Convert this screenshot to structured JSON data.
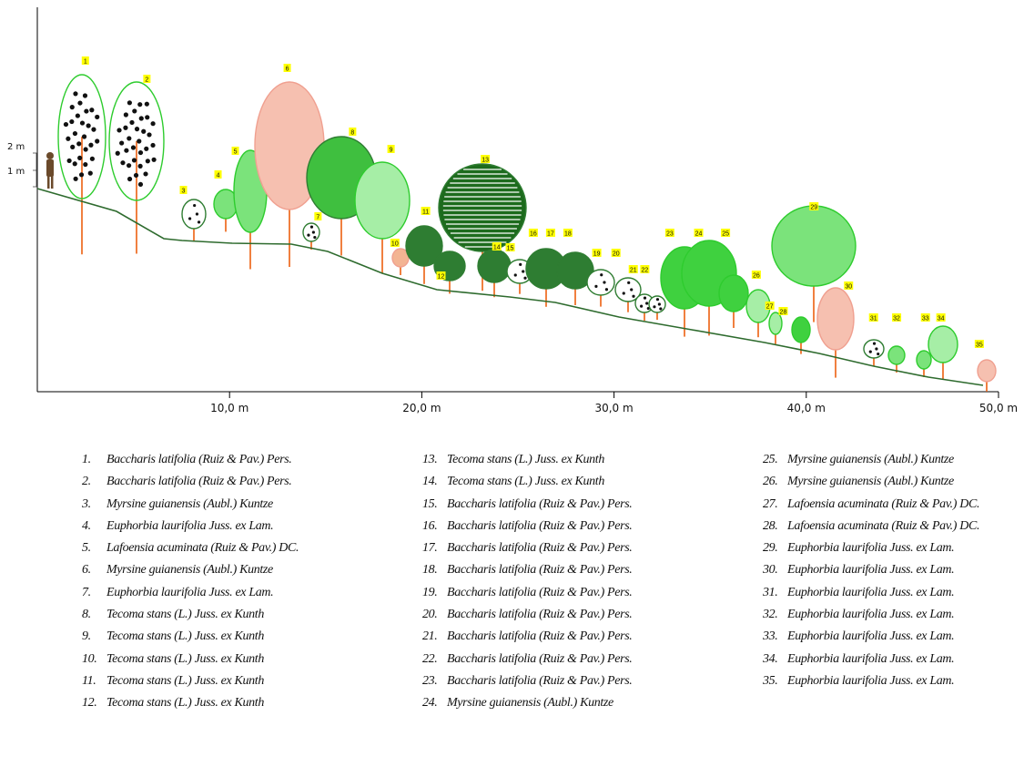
{
  "scale": {
    "label_2m": "2 m",
    "label_1m": "1 m"
  },
  "axis": {
    "ticks": [
      {
        "value": 10,
        "label": "10,0 m"
      },
      {
        "value": 20,
        "label": "20,0 m"
      },
      {
        "value": 30,
        "label": "30,0 m"
      },
      {
        "value": 40,
        "label": "40,0 m"
      },
      {
        "value": 50,
        "label": "50,0 m"
      }
    ]
  },
  "colors": {
    "ground_line": "#2e6b2e",
    "tag_fill": "#ffff00",
    "axis": "#000000",
    "tree_green": "#2ecc2e",
    "tree_dark": "#2f7d32",
    "tree_pink": "#f0a090",
    "trunk": "#f08040"
  },
  "plant_tags": [
    {
      "num": "1",
      "x_m": 2.5
    },
    {
      "num": "2",
      "x_m": 5.7
    },
    {
      "num": "3",
      "x_m": 7.6
    },
    {
      "num": "4",
      "x_m": 9.4
    },
    {
      "num": "5",
      "x_m": 10.3
    },
    {
      "num": "6",
      "x_m": 13.0
    },
    {
      "num": "7",
      "x_m": 14.6
    },
    {
      "num": "8",
      "x_m": 16.4
    },
    {
      "num": "9",
      "x_m": 18.4
    },
    {
      "num": "10",
      "x_m": 18.6
    },
    {
      "num": "11",
      "x_m": 20.2
    },
    {
      "num": "12",
      "x_m": 21.0
    },
    {
      "num": "13",
      "x_m": 23.3
    },
    {
      "num": "14",
      "x_m": 23.9
    },
    {
      "num": "15",
      "x_m": 24.6
    },
    {
      "num": "16",
      "x_m": 25.8
    },
    {
      "num": "17",
      "x_m": 26.7
    },
    {
      "num": "18",
      "x_m": 27.6
    },
    {
      "num": "19",
      "x_m": 29.1
    },
    {
      "num": "20",
      "x_m": 30.1
    },
    {
      "num": "21",
      "x_m": 31.0
    },
    {
      "num": "22",
      "x_m": 31.6
    },
    {
      "num": "23",
      "x_m": 32.9
    },
    {
      "num": "24",
      "x_m": 34.4
    },
    {
      "num": "25",
      "x_m": 35.8
    },
    {
      "num": "26",
      "x_m": 37.4
    },
    {
      "num": "27",
      "x_m": 38.1
    },
    {
      "num": "28",
      "x_m": 38.8
    },
    {
      "num": "29",
      "x_m": 40.4
    },
    {
      "num": "30",
      "x_m": 42.2
    },
    {
      "num": "31",
      "x_m": 43.5
    },
    {
      "num": "32",
      "x_m": 44.7
    },
    {
      "num": "33",
      "x_m": 46.2
    },
    {
      "num": "34",
      "x_m": 47.0
    },
    {
      "num": "35",
      "x_m": 49.0
    }
  ],
  "legend": [
    {
      "num": "1.",
      "name": "Baccharis latifolia (Ruiz & Pav.) Pers."
    },
    {
      "num": "2.",
      "name": "Baccharis latifolia (Ruiz & Pav.) Pers."
    },
    {
      "num": "3.",
      "name": "Myrsine guianensis (Aubl.) Kuntze"
    },
    {
      "num": "4.",
      "name": "Euphorbia laurifolia Juss. ex Lam."
    },
    {
      "num": "5.",
      "name": "Lafoensia acuminata (Ruiz & Pav.) DC."
    },
    {
      "num": "6.",
      "name": "Myrsine guianensis (Aubl.) Kuntze"
    },
    {
      "num": "7.",
      "name": "Euphorbia laurifolia Juss. ex Lam."
    },
    {
      "num": "8.",
      "name": "Tecoma stans (L.) Juss. ex Kunth"
    },
    {
      "num": "9.",
      "name": "Tecoma stans (L.) Juss. ex Kunth"
    },
    {
      "num": "10.",
      "name": "Tecoma stans (L.) Juss. ex Kunth"
    },
    {
      "num": "11.",
      "name": "Tecoma stans (L.) Juss. ex Kunth"
    },
    {
      "num": "12.",
      "name": "Tecoma stans (L.) Juss. ex Kunth"
    },
    {
      "num": "13.",
      "name": "Tecoma stans (L.) Juss. ex Kunth"
    },
    {
      "num": "14.",
      "name": "Tecoma stans (L.) Juss. ex Kunth"
    },
    {
      "num": "15.",
      "name": "Baccharis latifolia (Ruiz & Pav.) Pers."
    },
    {
      "num": "16.",
      "name": "Baccharis latifolia (Ruiz & Pav.) Pers."
    },
    {
      "num": "17.",
      "name": "Baccharis latifolia (Ruiz & Pav.) Pers."
    },
    {
      "num": "18.",
      "name": "Baccharis latifolia (Ruiz & Pav.) Pers."
    },
    {
      "num": "19.",
      "name": "Baccharis latifolia (Ruiz & Pav.) Pers."
    },
    {
      "num": "20.",
      "name": "Baccharis latifolia (Ruiz & Pav.) Pers."
    },
    {
      "num": "21.",
      "name": "Baccharis latifolia (Ruiz & Pav.) Pers."
    },
    {
      "num": "22.",
      "name": "Baccharis latifolia (Ruiz & Pav.) Pers."
    },
    {
      "num": "23.",
      "name": "Baccharis latifolia (Ruiz & Pav.) Pers."
    },
    {
      "num": "24.",
      "name": "Myrsine guianensis (Aubl.) Kuntze"
    },
    {
      "num": "25.",
      "name": "Myrsine guianensis (Aubl.) Kuntze"
    },
    {
      "num": "26.",
      "name": "Myrsine guianensis (Aubl.) Kuntze"
    },
    {
      "num": "27.",
      "name": "Lafoensia acuminata (Ruiz & Pav.) DC."
    },
    {
      "num": "28.",
      "name": "Lafoensia acuminata (Ruiz & Pav.) DC."
    },
    {
      "num": "29.",
      "name": "Euphorbia laurifolia Juss. ex Lam."
    },
    {
      "num": "30.",
      "name": "Euphorbia laurifolia Juss. ex Lam."
    },
    {
      "num": "31.",
      "name": "Euphorbia laurifolia Juss. ex Lam."
    },
    {
      "num": "32.",
      "name": "Euphorbia laurifolia Juss. ex Lam."
    },
    {
      "num": "33.",
      "name": "Euphorbia laurifolia Juss. ex Lam."
    },
    {
      "num": "34.",
      "name": "Euphorbia laurifolia Juss. ex Lam."
    },
    {
      "num": "35.",
      "name": "Euphorbia laurifolia Juss. ex Lam."
    }
  ]
}
